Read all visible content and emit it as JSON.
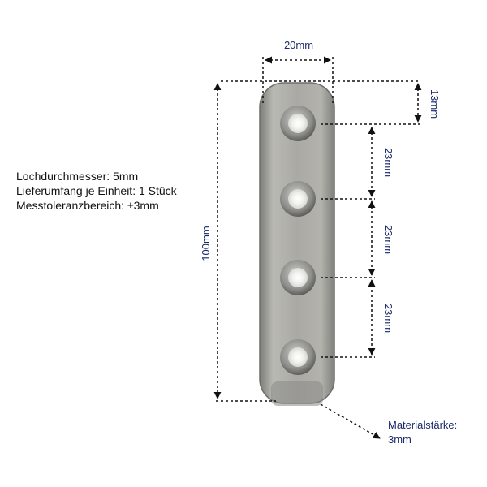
{
  "specs": [
    "Lochdurchmesser: 5mm",
    "Lieferumfang je Einheit: 1 Stück",
    "Messtoleranzbereich: ±3mm"
  ],
  "dimensions": {
    "width": "20mm",
    "hole_offset": "13mm",
    "spacing_1": "23mm",
    "spacing_2": "23mm",
    "spacing_3": "23mm",
    "length": "100mm"
  },
  "material": {
    "label": "Materialstärke:",
    "value": "3mm"
  },
  "colors": {
    "dimension_text": "#1a2a6c",
    "plate_metal": "#a7a7a3",
    "line": "#111111"
  }
}
